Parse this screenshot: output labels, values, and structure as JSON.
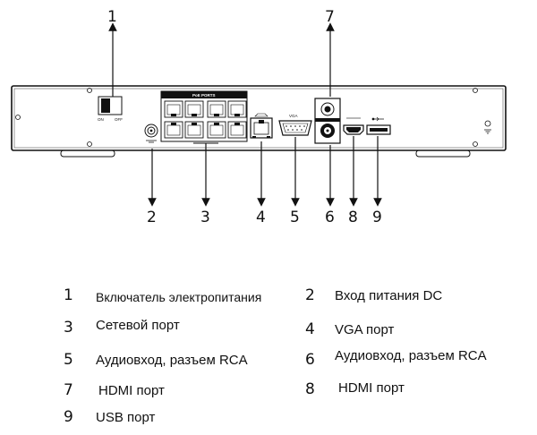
{
  "callouts": [
    "1",
    "2",
    "3",
    "4",
    "5",
    "6",
    "7",
    "8",
    "9"
  ],
  "panel_text": {
    "switch_on": "ON",
    "switch_off": "OFF",
    "poe_ports": "PoE PORTS",
    "vga": "VGA"
  },
  "legend": [
    {
      "num": "1",
      "text": "Включатель электропитания"
    },
    {
      "num": "2",
      "text": "Вход питания DC"
    },
    {
      "num": "3",
      "text": "Сетевой порт"
    },
    {
      "num": "4",
      "text": "VGA порт"
    },
    {
      "num": "5",
      "text": "Аудиовход, разъем RCA"
    },
    {
      "num": "6",
      "text": "Аудиовход, разъем RCA"
    },
    {
      "num": "7",
      "text": "HDMI порт"
    },
    {
      "num": "8",
      "text": "HDMI порт"
    },
    {
      "num": "9",
      "text": "USB порт"
    }
  ]
}
